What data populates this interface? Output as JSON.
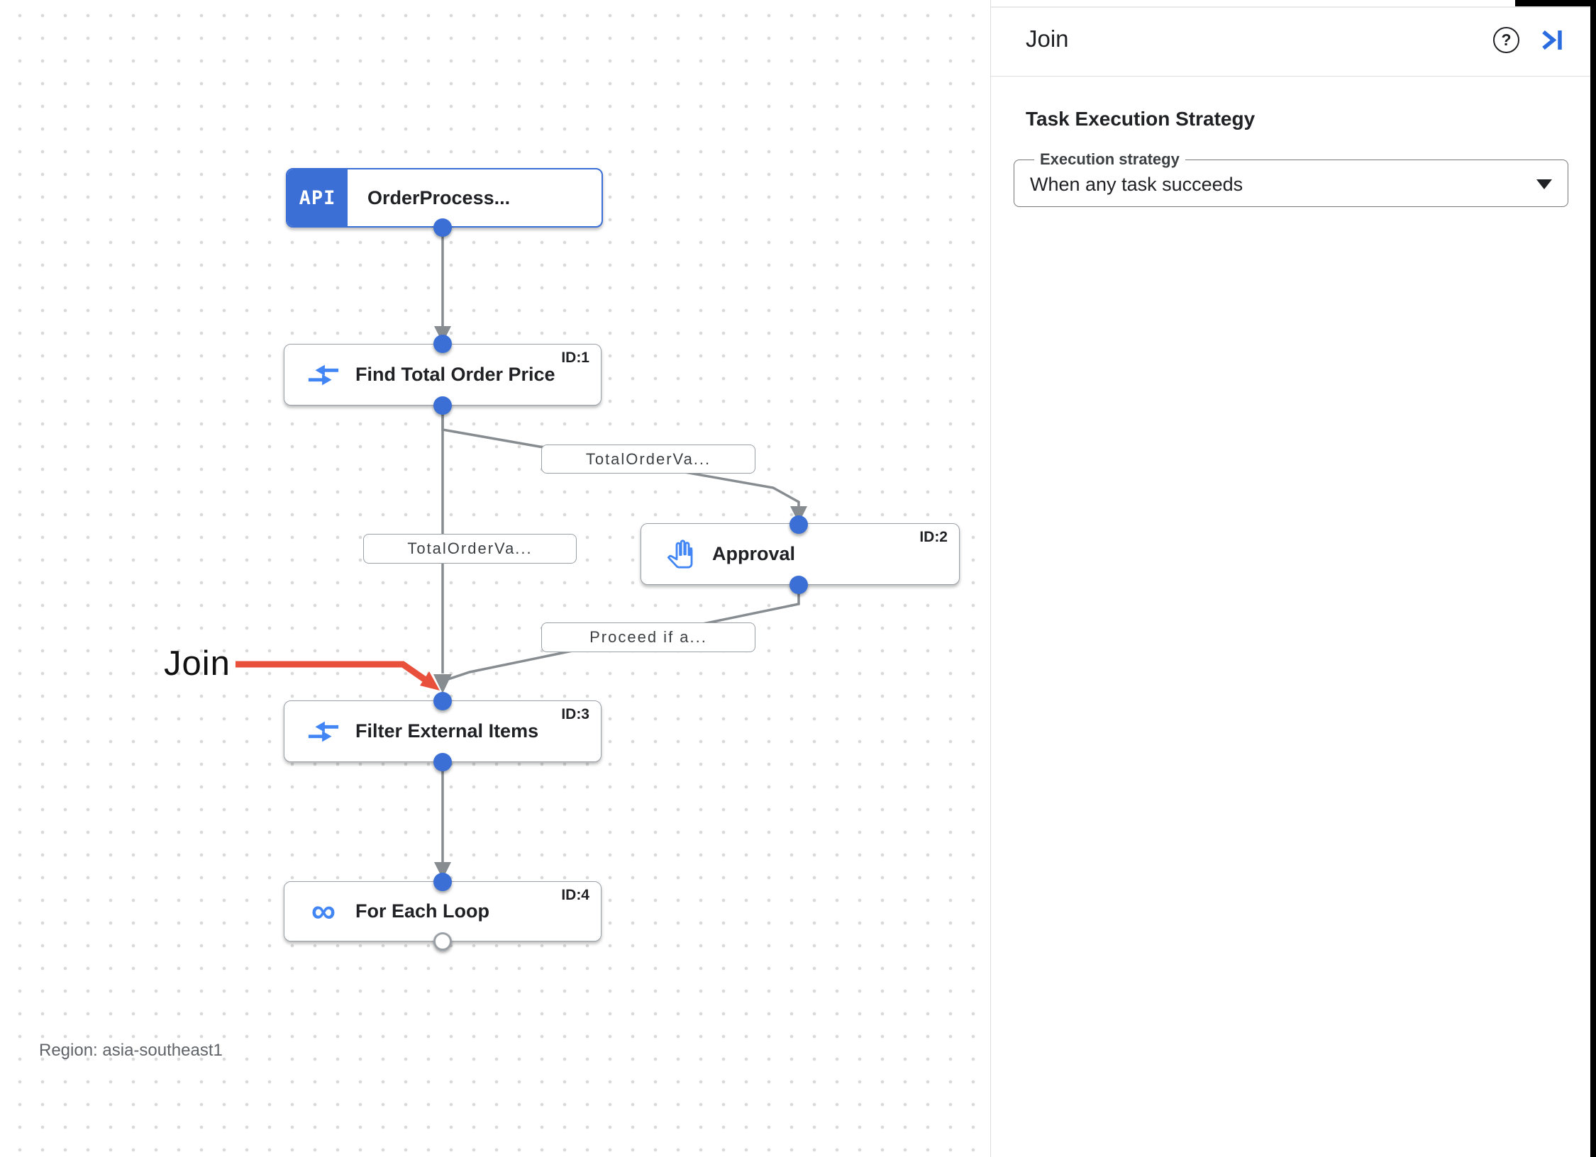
{
  "canvas": {
    "region_label": "Region: asia-southeast1",
    "annotation": {
      "text": "Join"
    },
    "nodes": [
      {
        "badge": "API",
        "title": "OrderProcess...",
        "id_label": ""
      },
      {
        "title": "Find Total Order Price",
        "id_label": "ID:1",
        "icon": "merge-icon"
      },
      {
        "title": "Approval",
        "id_label": "ID:2",
        "icon": "hand-icon"
      },
      {
        "title": "Filter External Items",
        "id_label": "ID:3",
        "icon": "merge-icon"
      },
      {
        "title": "For Each Loop",
        "id_label": "ID:4",
        "icon": "loop-icon"
      }
    ],
    "edge_labels": [
      "TotalOrderVa...",
      "TotalOrderVa...",
      "Proceed if a..."
    ],
    "icons": {
      "loop_glyph": "∞"
    }
  },
  "panel": {
    "title": "Join",
    "help_glyph": "?",
    "section": {
      "title": "Task Execution Strategy",
      "field_label": "Execution strategy",
      "field_value": "When any task succeeds"
    }
  },
  "colors": {
    "node_blue": "#3b6fd6",
    "icon_blue": "#4285f4",
    "edge_gray": "#878c91",
    "annotation_red": "#e8503c",
    "panel_link_blue": "#2a6ce0"
  }
}
